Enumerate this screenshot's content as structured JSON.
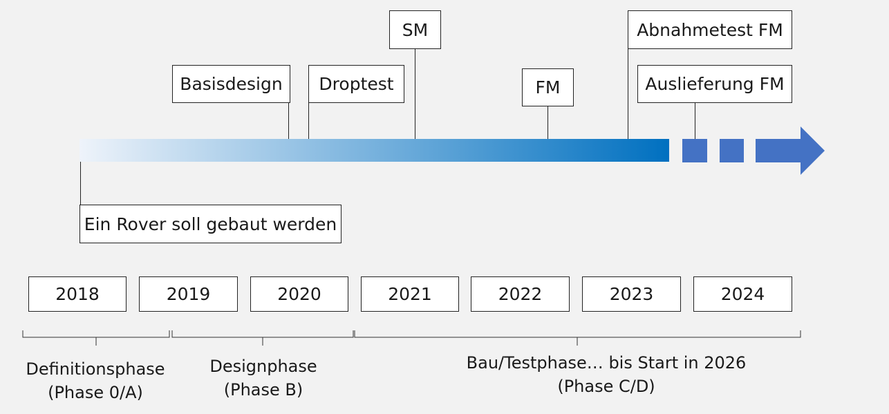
{
  "milestones": {
    "basisdesign": "Basisdesign",
    "droptest": "Droptest",
    "sm": "SM",
    "fm": "FM",
    "abnahmetest": "Abnahmetest FM",
    "auslieferung": "Auslieferung FM",
    "start": "Ein Rover soll gebaut werden"
  },
  "years": [
    "2018",
    "2019",
    "2020",
    "2021",
    "2022",
    "2023",
    "2024"
  ],
  "phases": {
    "definition": {
      "line1": "Definitionsphase",
      "line2": "(Phase 0/A)"
    },
    "design": {
      "line1": "Designphase",
      "line2": "(Phase B)"
    },
    "bau": {
      "line1": "Bau/Testphase… bis Start in 2026",
      "line2": "(Phase C/D)"
    }
  },
  "colors": {
    "bar_start": "#eef3fa",
    "bar_end": "#0070c0",
    "dash": "#4472c4"
  }
}
